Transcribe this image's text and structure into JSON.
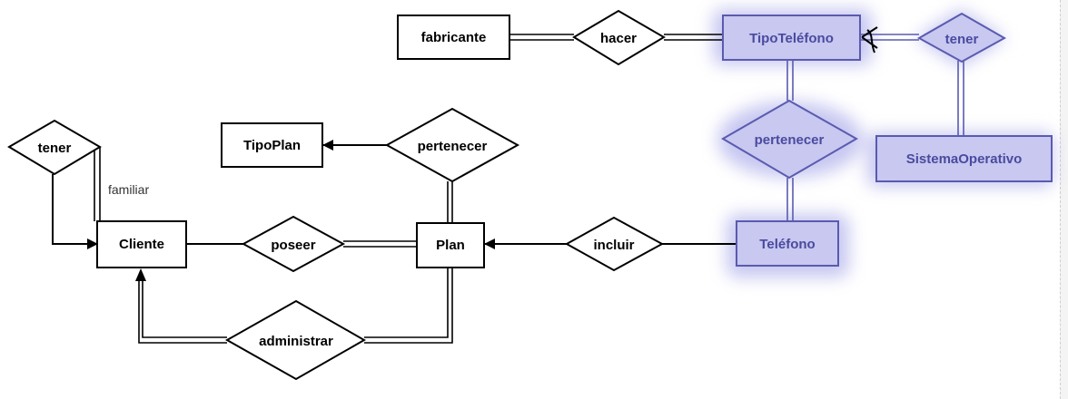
{
  "diagram": {
    "entities": {
      "fabricante": "fabricante",
      "tipo_telefono": "TipoTeléfono",
      "sistema_operativo": "SistemaOperativo",
      "tipo_plan": "TipoPlan",
      "cliente": "Cliente",
      "plan": "Plan",
      "telefono": "Teléfono"
    },
    "relationships": {
      "hacer": "hacer",
      "tener_os": "tener",
      "pertenecer_tipo_telefono": "pertenecer",
      "tener_cliente": "tener",
      "pertenecer_tipo_plan": "pertenecer",
      "poseer": "poseer",
      "incluir": "incluir",
      "administrar": "administrar"
    },
    "annotations": {
      "familiar": "familiar"
    },
    "colors": {
      "highlight_fill": "#c8c8f0",
      "highlight_stroke": "#5a5ab0",
      "highlight_text": "#4a4aa0",
      "glow": "#9a9ae6",
      "line": "#000000"
    }
  }
}
